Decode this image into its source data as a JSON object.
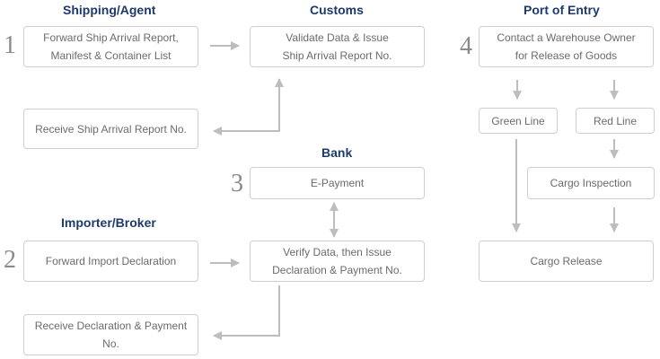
{
  "headings": {
    "shipping": "Shipping/Agent",
    "customs": "Customs",
    "port": "Port of Entry",
    "bank": "Bank",
    "importer": "Importer/Broker"
  },
  "step_numbers": [
    "1",
    "2",
    "3",
    "4"
  ],
  "boxes": {
    "forward_ship_report": {
      "line1": "Forward Ship Arrival Report,",
      "line2": "Manifest & Container List"
    },
    "validate_data": {
      "line1": "Validate Data & Issue",
      "line2": "Ship Arrival Report No."
    },
    "receive_ship_report": {
      "line1": "Receive Ship Arrival Report No."
    },
    "epayment": {
      "line1": "E-Payment"
    },
    "forward_import_declaration": {
      "line1": "Forward Import Declaration"
    },
    "verify_data": {
      "line1": "Verify Data, then Issue",
      "line2": "Declaration & Payment No."
    },
    "receive_declaration": {
      "line1": "Receive Declaration & Payment No."
    },
    "contact_warehouse": {
      "line1": "Contact a Warehouse Owner",
      "line2": "for Release of Goods"
    },
    "green_line": {
      "line1": "Green Line"
    },
    "red_line": {
      "line1": "Red Line"
    },
    "cargo_inspection": {
      "line1": "Cargo Inspection"
    },
    "cargo_release": {
      "line1": "Cargo Release"
    }
  },
  "colors": {
    "heading": "#1d3a6b",
    "arrow": "#bdbdbd",
    "box_border": "#cfcfcf",
    "text": "#6b6b6b",
    "number": "#8a8a8a"
  }
}
